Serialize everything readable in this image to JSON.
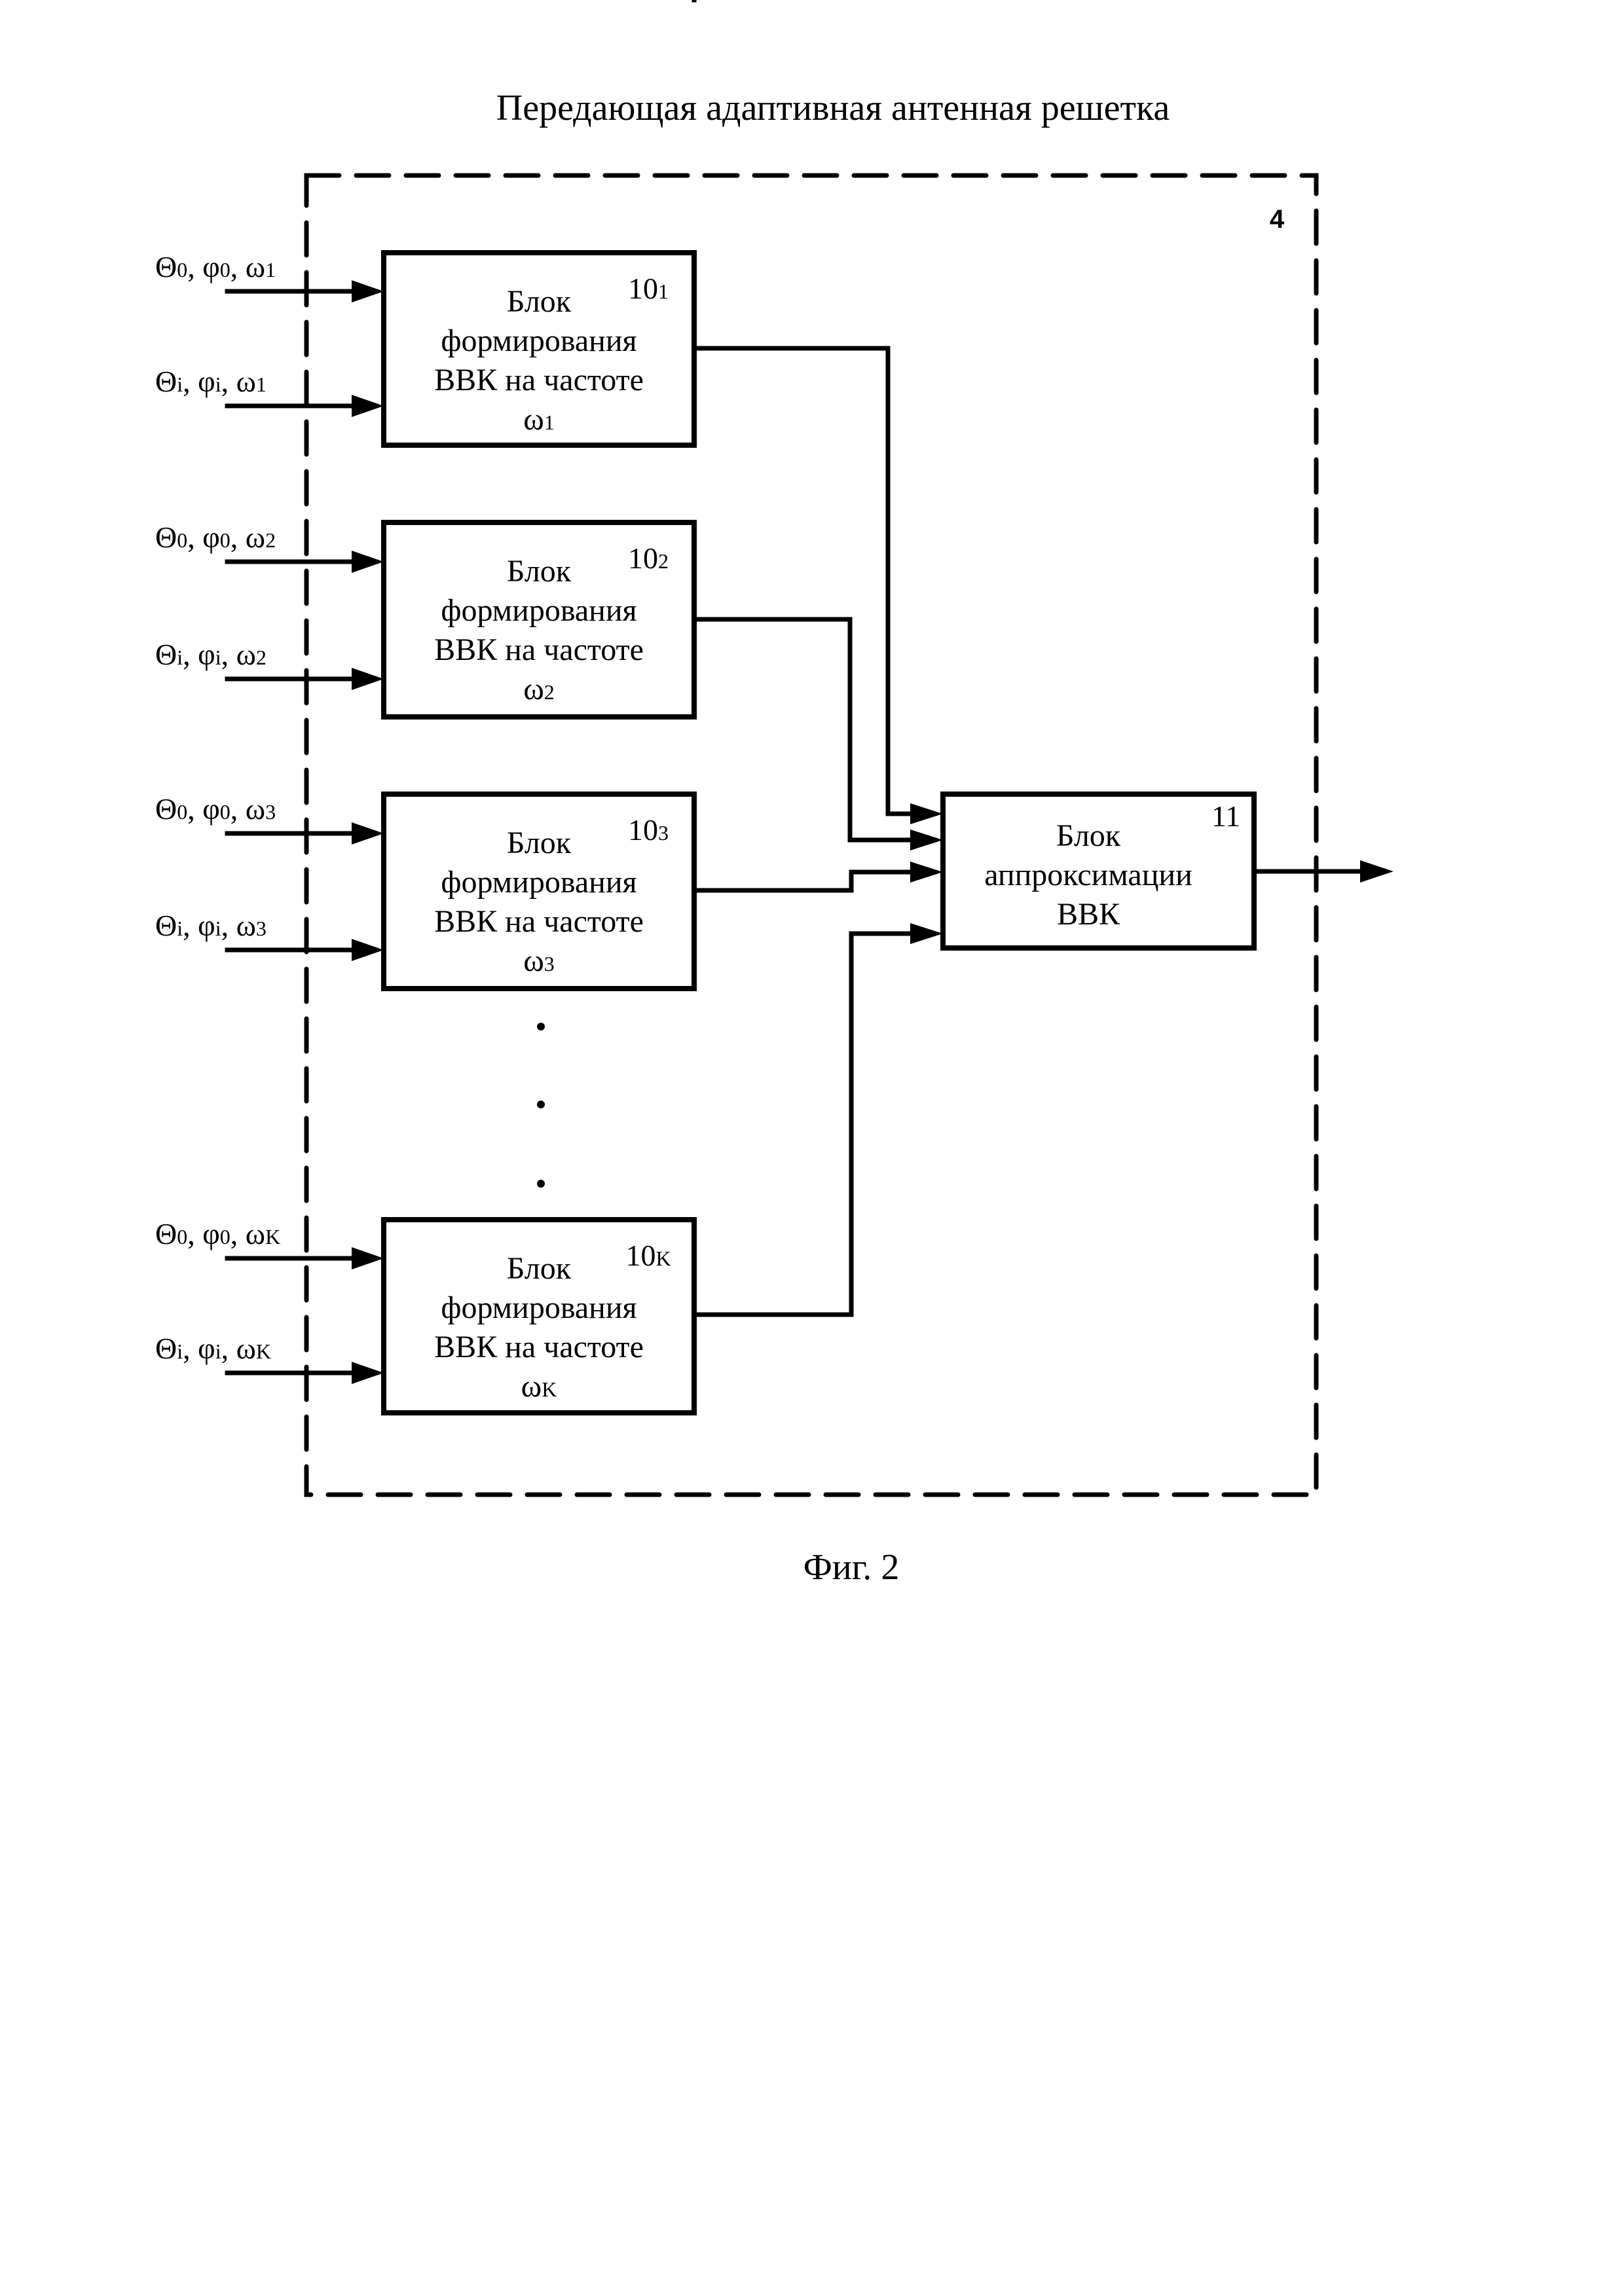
{
  "title": "Передающая адаптивная антенная решетка",
  "container": {
    "label": "4"
  },
  "forming_blocks": [
    {
      "id_main": "10",
      "id_sub": "1",
      "lines": [
        "Блок",
        "формирования",
        "ВВК на частоте"
      ],
      "freq_symbol": "ω",
      "freq_sub": "1",
      "inputs": [
        {
          "theta": "Θ",
          "theta_sub": "0",
          "phi": "φ",
          "phi_sub": "0",
          "omega": "ω",
          "omega_sub": "1"
        },
        {
          "theta": "Θ",
          "theta_sub": "i",
          "phi": "φ",
          "phi_sub": "i",
          "omega": "ω",
          "omega_sub": "1"
        }
      ]
    },
    {
      "id_main": "10",
      "id_sub": "2",
      "lines": [
        "Блок",
        "формирования",
        "ВВК на частоте"
      ],
      "freq_symbol": "ω",
      "freq_sub": "2",
      "inputs": [
        {
          "theta": "Θ",
          "theta_sub": "0",
          "phi": "φ",
          "phi_sub": "0",
          "omega": "ω",
          "omega_sub": "2"
        },
        {
          "theta": "Θ",
          "theta_sub": "i",
          "phi": "φ",
          "phi_sub": "i",
          "omega": "ω",
          "omega_sub": "2"
        }
      ]
    },
    {
      "id_main": "10",
      "id_sub": "3",
      "lines": [
        "Блок",
        "формирования",
        "ВВК на частоте"
      ],
      "freq_symbol": "ω",
      "freq_sub": "3",
      "inputs": [
        {
          "theta": "Θ",
          "theta_sub": "0",
          "phi": "φ",
          "phi_sub": "0",
          "omega": "ω",
          "omega_sub": "3"
        },
        {
          "theta": "Θ",
          "theta_sub": "i",
          "phi": "φ",
          "phi_sub": "i",
          "omega": "ω",
          "omega_sub": "3"
        }
      ]
    },
    {
      "id_main": "10",
      "id_sub": "K",
      "lines": [
        "Блок",
        "формирования",
        "ВВК на частоте"
      ],
      "freq_symbol": "ω",
      "freq_sub": "K",
      "inputs": [
        {
          "theta": "Θ",
          "theta_sub": "0",
          "phi": "φ",
          "phi_sub": "0",
          "omega": "ω",
          "omega_sub": "K"
        },
        {
          "theta": "Θ",
          "theta_sub": "i",
          "phi": "φ",
          "phi_sub": "i",
          "omega": "ω",
          "omega_sub": "K"
        }
      ]
    }
  ],
  "ellipsis": [
    "•",
    "•",
    "•"
  ],
  "approx_block": {
    "id": "11",
    "lines": [
      "Блок",
      "аппроксимации",
      "ВВК"
    ]
  },
  "caption": "Фиг. 2"
}
